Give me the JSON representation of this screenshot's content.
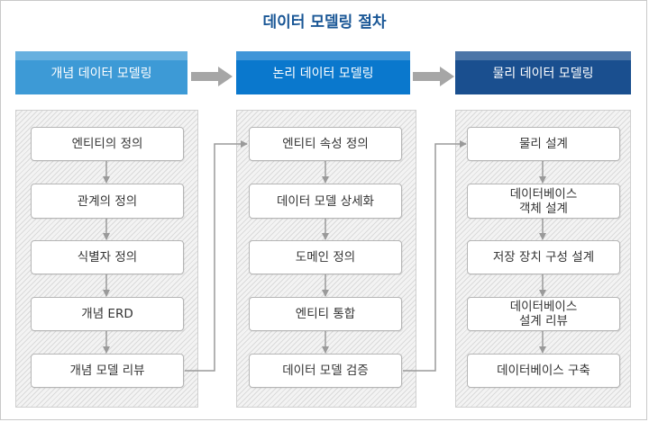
{
  "title": "데이터 모델링 절차",
  "colors": {
    "title": "#1a5796",
    "header_conceptual": "#3d9ad6",
    "header_logical": "#0a78cd",
    "header_physical": "#1a4f8f",
    "arrow_gray": "#a6a6a6",
    "connector_gray": "#9a9a9a"
  },
  "columns": [
    {
      "header": "개념 데이터 모델링",
      "steps": [
        "엔티티의 정의",
        "관계의 정의",
        "식별자 정의",
        "개념 ERD",
        "개념 모델 리뷰"
      ]
    },
    {
      "header": "논리 데이터 모델링",
      "steps": [
        "엔티티 속성 정의",
        "데이터 모델 상세화",
        "도메인 정의",
        "엔티티 통합",
        "데이터 모델 검증"
      ]
    },
    {
      "header": "물리 데이터 모델링",
      "steps": [
        "물리 설계",
        "데이터베이스\n객체 설계",
        "저장 장치 구성 설계",
        "데이터베이스\n설계 리뷰",
        "데이터베이스 구축"
      ]
    }
  ]
}
